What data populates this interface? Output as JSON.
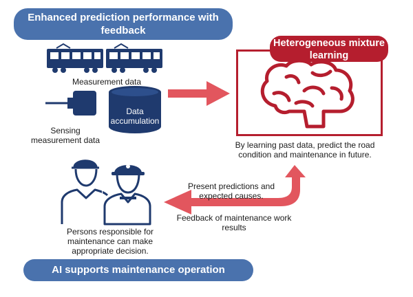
{
  "header": {
    "title": "Enhanced prediction performance with feedback"
  },
  "footer": {
    "title": "AI supports maintenance operation"
  },
  "learning": {
    "title": "Heterogeneous mixture learning",
    "caption": "By learning past data, predict the road condition and maintenance in future."
  },
  "data_sources": {
    "measurement": "Measurement data",
    "sensing": "Sensing measurement data",
    "accumulation": "Data accumulation"
  },
  "flows": {
    "present": "Present predictions and expected causes.",
    "feedback": "Feedback of maintenance work results"
  },
  "persons": {
    "caption": "Persons responsible for maintenance can make appropriate decision."
  },
  "colors": {
    "blue_pill": "#4a72ad",
    "navy": "#1f3a6e",
    "red": "#b51e2e",
    "arrow": "#e2565e"
  },
  "icons": [
    "train-icon",
    "sensor-icon",
    "database-icon",
    "brain-icon",
    "arrow-right-icon",
    "curved-arrow-icon",
    "workers-icon"
  ]
}
